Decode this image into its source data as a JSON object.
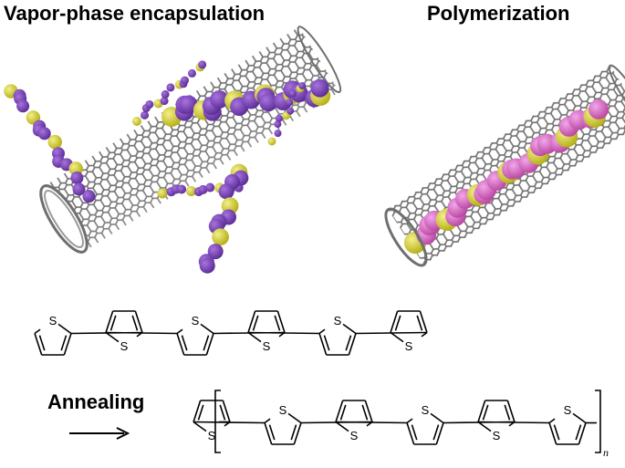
{
  "titles": {
    "left": "Vapor-phase encapsulation",
    "right": "Polymerization"
  },
  "process": {
    "label": "Annealing"
  },
  "structures": {
    "atom_label": "S",
    "repeat_subscript": "n",
    "sexithiophene_rings": 6,
    "polymer_rings": 6
  },
  "colors": {
    "nanotube": "#8a8a8a",
    "sulfur": "#d4cf2a",
    "carbon_monomer": "#7a3fb8",
    "carbon_polymer": "#d668c8"
  }
}
